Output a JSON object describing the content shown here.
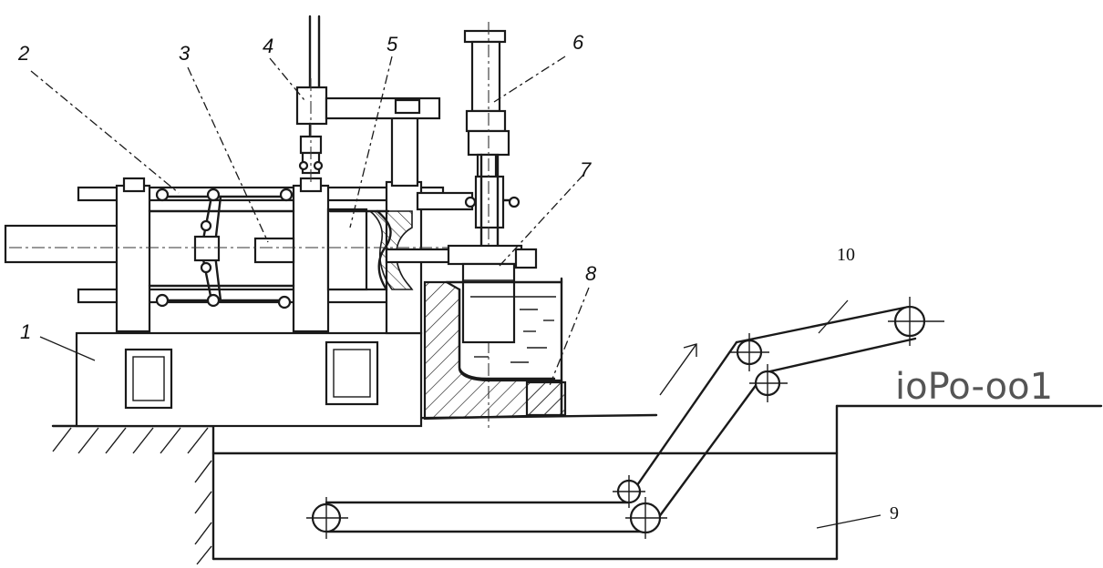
{
  "labels": {
    "l1": "1",
    "l2": "2",
    "l3": "3",
    "l4": "4",
    "l5": "5",
    "l6": "6",
    "l7": "7",
    "l8": "8",
    "l9": "9",
    "l10": "10"
  },
  "handwriting": "ioPo-oo1"
}
